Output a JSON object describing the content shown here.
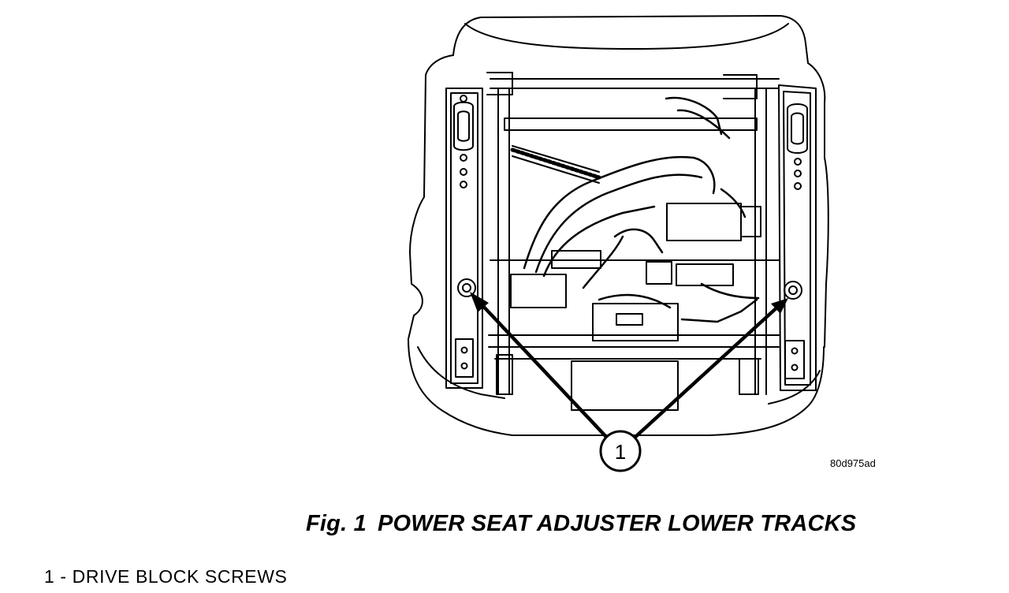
{
  "figure": {
    "fig_label": "Fig. 1",
    "title": "POWER SEAT ADJUSTER LOWER TRACKS",
    "image_code": "80d975ad"
  },
  "callouts": [
    {
      "number": "1",
      "text": "DRIVE BLOCK SCREWS"
    }
  ],
  "legend": {
    "separator": "-"
  }
}
